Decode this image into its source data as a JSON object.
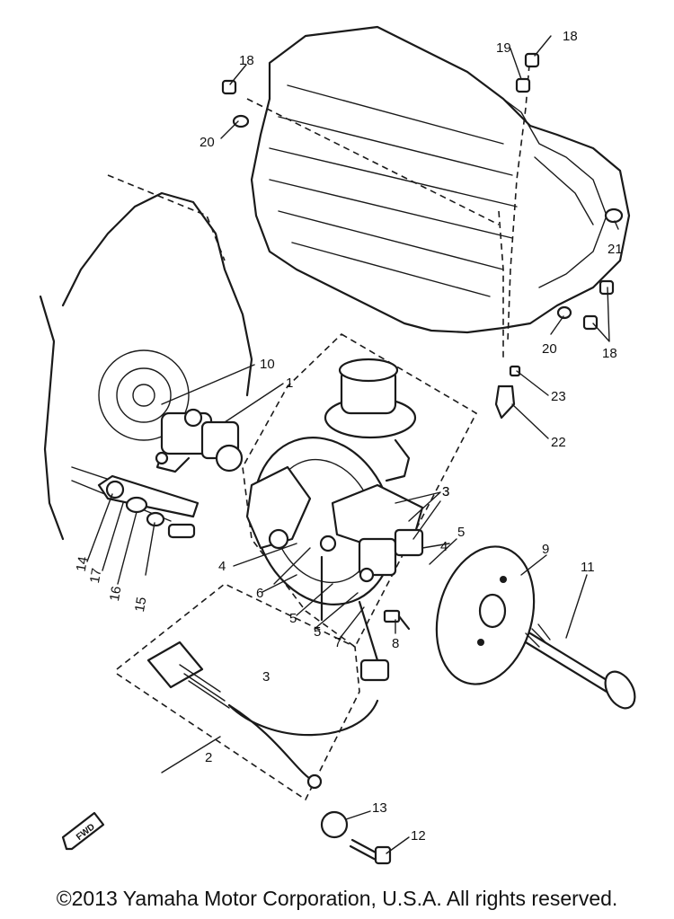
{
  "callouts": [
    "1",
    "2",
    "3",
    "3",
    "3",
    "4",
    "4",
    "5",
    "5",
    "5",
    "6",
    "7",
    "8",
    "9",
    "10",
    "11",
    "12",
    "13",
    "14",
    "15",
    "16",
    "17",
    "18",
    "18",
    "18",
    "19",
    "20",
    "20",
    "21",
    "22",
    "23"
  ],
  "fwd_label": "FWD",
  "copyright": "©2013 Yamaha Motor Corporation, U.S.A. All rights reserved."
}
